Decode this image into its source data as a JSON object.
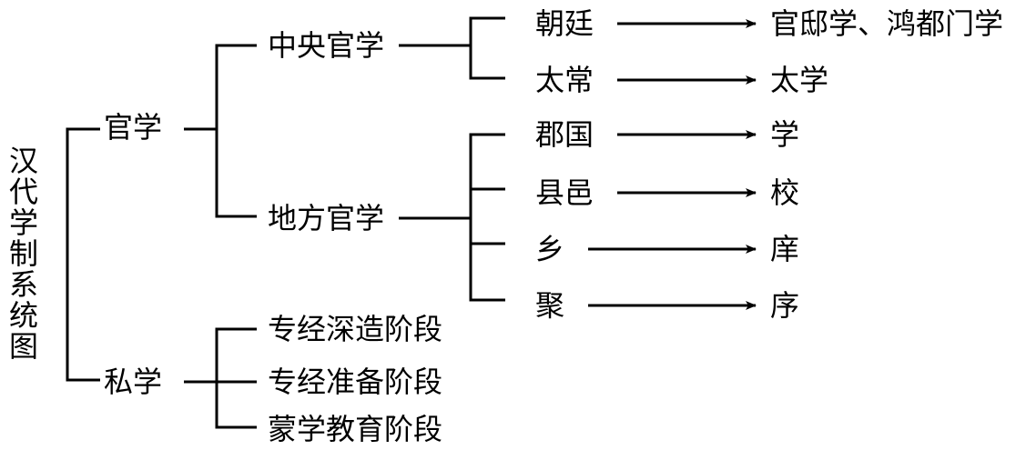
{
  "root": "汉代学制系统图",
  "official": {
    "label": "官学",
    "central": {
      "label": "中央官学",
      "items": [
        {
          "from": "朝廷",
          "to": "官邸学、鸿都门学"
        },
        {
          "from": "太常",
          "to": "太学"
        }
      ]
    },
    "local": {
      "label": "地方官学",
      "items": [
        {
          "from": "郡国",
          "to": "学"
        },
        {
          "from": "县邑",
          "to": "校"
        },
        {
          "from": "乡",
          "to": "庠"
        },
        {
          "from": "聚",
          "to": "序"
        }
      ]
    }
  },
  "private": {
    "label": "私学",
    "stages": [
      "专经深造阶段",
      "专经准备阶段",
      "蒙学教育阶段"
    ]
  }
}
